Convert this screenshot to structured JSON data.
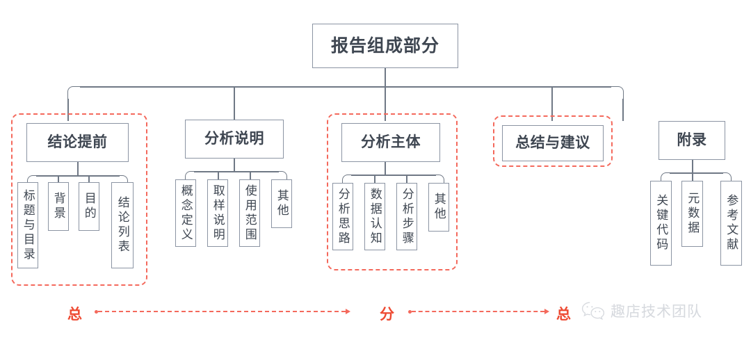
{
  "diagram": {
    "type": "tree",
    "root": {
      "label": "报告组成部分"
    },
    "branches": [
      {
        "label": "结论提前",
        "highlighted": true,
        "children": [
          {
            "label": "标题与目录"
          },
          {
            "label": "背景"
          },
          {
            "label": "目的"
          },
          {
            "label": "结论列表"
          }
        ]
      },
      {
        "label": "分析说明",
        "highlighted": false,
        "children": [
          {
            "label": "概念定义"
          },
          {
            "label": "取样说明"
          },
          {
            "label": "使用范围"
          },
          {
            "label": "其他"
          }
        ]
      },
      {
        "label": "分析主体",
        "highlighted": true,
        "children": [
          {
            "label": "分析思路"
          },
          {
            "label": "数据认知"
          },
          {
            "label": "分析步骤"
          },
          {
            "label": "其他"
          }
        ]
      },
      {
        "label": "总结与建议",
        "highlighted": true,
        "children": []
      },
      {
        "label": "附录",
        "highlighted": false,
        "children": [
          {
            "label": "关键代码"
          },
          {
            "label": "元数据"
          },
          {
            "label": "参考文献"
          }
        ]
      }
    ]
  },
  "legend": {
    "items": [
      {
        "label": "总"
      },
      {
        "label": "分"
      },
      {
        "label": "总"
      }
    ]
  },
  "watermark": {
    "icon": "wechat-icon",
    "text": "趣店技术团队"
  },
  "colors": {
    "node_border": "#8b94a3",
    "connector": "#6f7885",
    "text": "#3e4651",
    "highlight_red": "#f4695c",
    "legend_red": "#ee4a32",
    "watermark_gray": "#d6d9de",
    "background": "#ffffff"
  }
}
